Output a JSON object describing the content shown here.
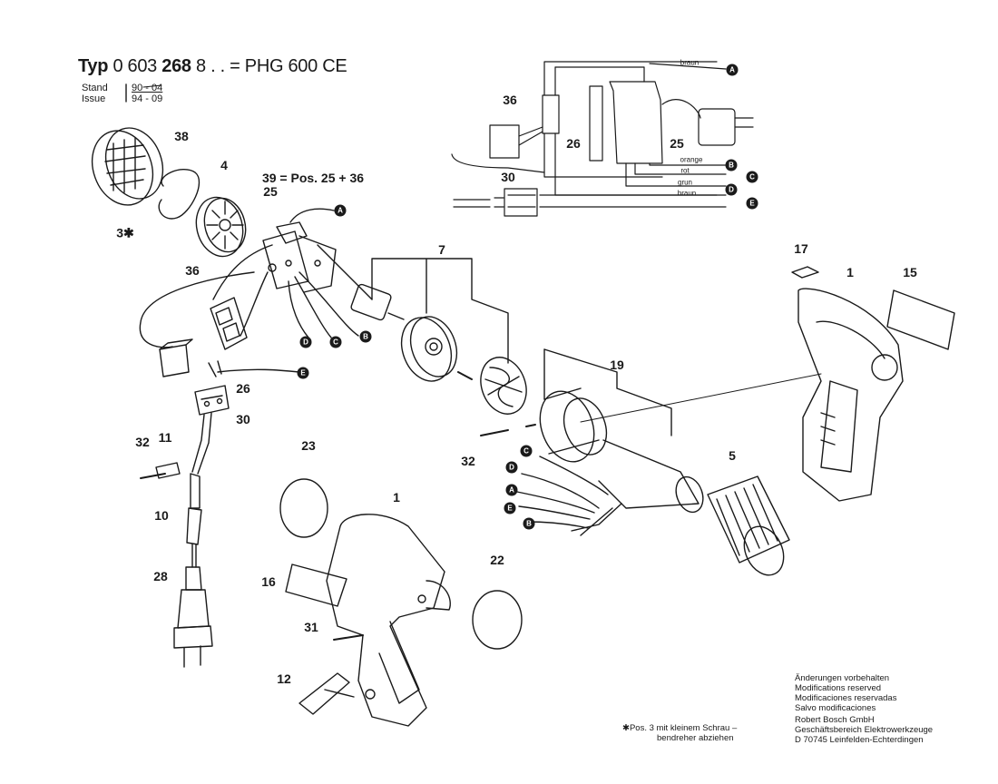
{
  "header": {
    "typ_label": "Typ",
    "typ_number_light": "0 603",
    "typ_number_bold": "268",
    "typ_suffix": "8 . .  =  PHG 600 CE",
    "stand_label": "Stand",
    "stand_value": "90 - 04",
    "issue_label": "Issue",
    "issue_value": "94 - 09"
  },
  "labels": {
    "p38": "38",
    "p4": "4",
    "p3": "3✱",
    "p39": "39 = Pos. 25 + 36",
    "p25a": "25",
    "p36a": "36",
    "p26a": "26",
    "p30a": "30",
    "p32a": "32",
    "p11": "11",
    "p10": "10",
    "p28": "28",
    "p7": "7",
    "p19": "19",
    "p32b": "32",
    "p5": "5",
    "p23": "23",
    "p1a": "1",
    "p16": "16",
    "p22": "22",
    "p31": "31",
    "p12": "12",
    "p17": "17",
    "p1b": "1",
    "p15": "15",
    "p36b": "36",
    "p26b": "26",
    "p25b": "25",
    "p30b": "30"
  },
  "markers": {
    "m1": "A",
    "m2": "D",
    "m3": "C",
    "m4": "B",
    "m5": "E",
    "m6": "C",
    "m7": "D",
    "m8": "A",
    "m9": "E",
    "m10": "B",
    "m11": "A",
    "m12": "B",
    "m13": "C",
    "m14": "D",
    "m15": "E"
  },
  "wire_colors": {
    "w1": "braun",
    "w2": "orange",
    "w3": "rot",
    "w4": "grun",
    "w5": "braun"
  },
  "note": {
    "line1": "✱Pos. 3 mit kleinem Schrau –",
    "line2": "bendreher abziehen"
  },
  "footer": {
    "line1": "Änderungen vorbehalten",
    "line2": "Modifications reserved",
    "line3": "Modificaciones reservadas",
    "line4": "Salvo modificaciones",
    "company": "Robert Bosch GmbH",
    "division": "Geschäftsbereich Elektrowerkzeuge",
    "address": "D 70745 Leinfelden-Echterdingen"
  }
}
